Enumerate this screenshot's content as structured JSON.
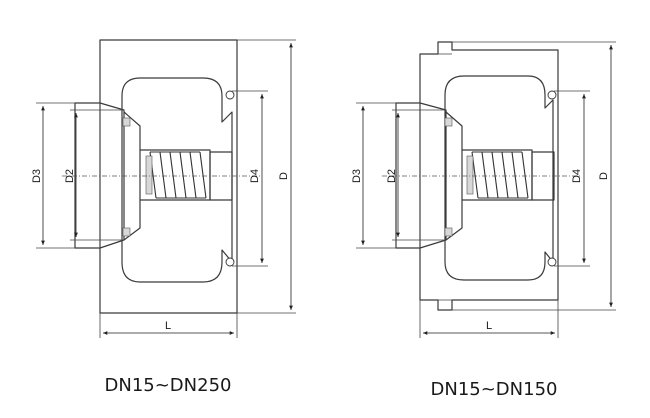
{
  "drawings": [
    {
      "caption": "DN15~DN250",
      "labels": {
        "d3": "D3",
        "d2": "D2",
        "d4": "D4",
        "d": "D",
        "l": "L"
      }
    },
    {
      "caption": "DN15~DN150",
      "labels": {
        "d3": "D3",
        "d2": "D2",
        "d4": "D4",
        "d": "D",
        "l": "L"
      }
    }
  ],
  "colors": {
    "line": "#3a3a3a",
    "text": "#1a1a1a",
    "background": "#ffffff"
  }
}
